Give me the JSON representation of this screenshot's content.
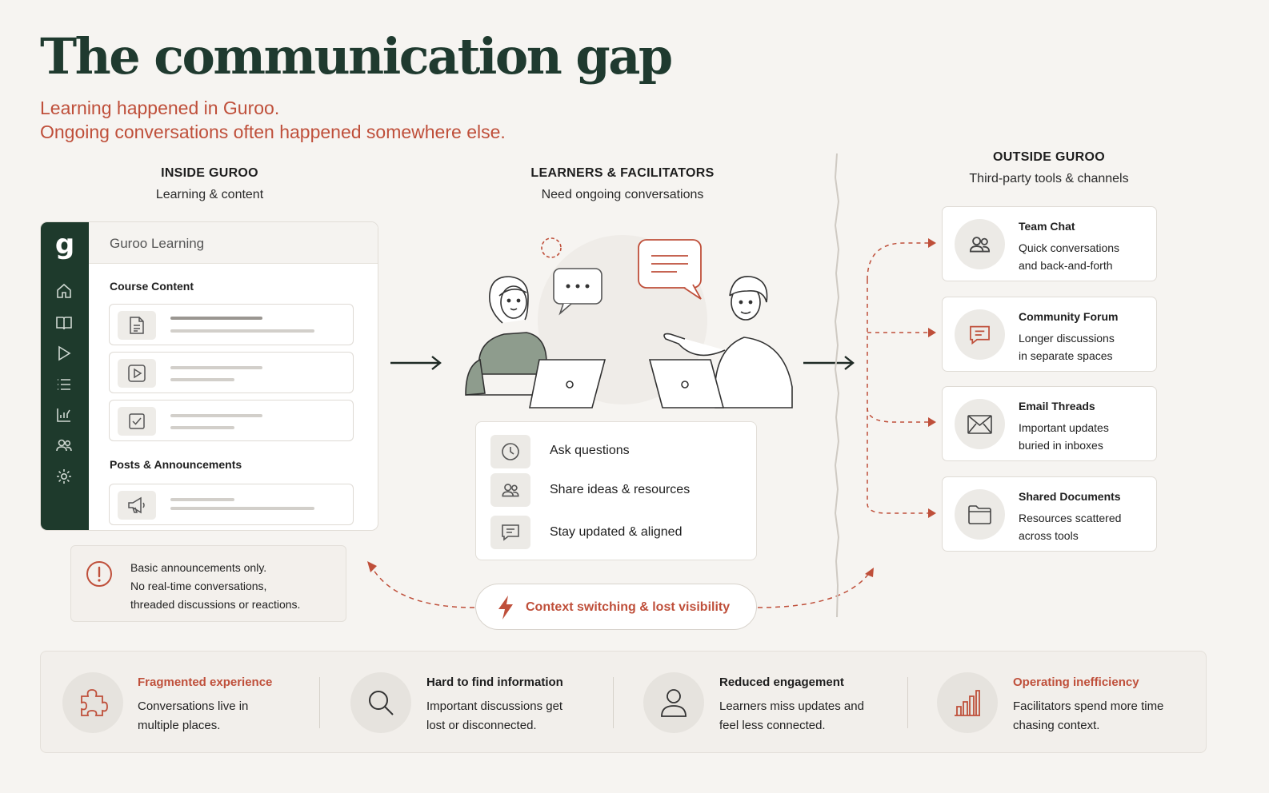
{
  "title": "The communication gap",
  "subtitle_line1": "Learning happened in Guroo.",
  "subtitle_line2": "Ongoing conversations often happened somewhere else.",
  "inside": {
    "heading": "INSIDE GUROO",
    "subheading": "Learning & content",
    "app_logo": "g",
    "app_name": "Guroo Learning",
    "course_section": "Course Content",
    "posts_section": "Posts & Announcements",
    "sidebar_icons": [
      "home-icon",
      "book-icon",
      "play-icon",
      "list-icon",
      "chart-icon",
      "users-icon",
      "gear-icon"
    ],
    "alert_lines": [
      "Basic announcements only.",
      "No real-time conversations,",
      "threaded discussions or reactions."
    ]
  },
  "center": {
    "heading": "LEARNERS & FACILITATORS",
    "subheading": "Need ongoing conversations",
    "activities": [
      {
        "icon": "clock-icon",
        "label": "Ask questions"
      },
      {
        "icon": "users-icon",
        "label": "Share ideas & resources"
      },
      {
        "icon": "chat-icon",
        "label": "Stay updated & aligned"
      }
    ],
    "context_pill": "Context switching & lost visibility"
  },
  "outside": {
    "heading": "OUTSIDE GUROO",
    "subheading": "Third-party tools & channels",
    "tools": [
      {
        "icon": "users-icon",
        "title": "Team Chat",
        "line1": "Quick conversations",
        "line2": "and back-and-forth"
      },
      {
        "icon": "chat-icon",
        "title": "Community Forum",
        "line1": "Longer discussions",
        "line2": "in separate spaces"
      },
      {
        "icon": "envelope-icon",
        "title": "Email Threads",
        "line1": "Important updates",
        "line2": "buried in inboxes"
      },
      {
        "icon": "folder-icon",
        "title": "Shared Documents",
        "line1": "Resources scattered",
        "line2": "across tools"
      }
    ]
  },
  "impacts": [
    {
      "icon": "puzzle-icon",
      "title": "Fragmented experience",
      "line1": "Conversations live in",
      "line2": "multiple places.",
      "accent": "#bf4f3a"
    },
    {
      "icon": "search-icon",
      "title": "Hard to find information",
      "line1": "Important discussions get",
      "line2": "lost or disconnected.",
      "accent": "#1e1e1e"
    },
    {
      "icon": "user-icon",
      "title": "Reduced engagement",
      "line1": "Learners miss updates and",
      "line2": "feel less connected.",
      "accent": "#1e1e1e"
    },
    {
      "icon": "bar-chart-icon",
      "title": "Operating inefficiency",
      "line1": "Facilitators spend more time",
      "line2": "chasing context.",
      "accent": "#bf4f3a"
    }
  ],
  "colors": {
    "brand_dark": "#1f3a2f",
    "accent": "#bf4f3a",
    "background": "#f6f4f1"
  }
}
